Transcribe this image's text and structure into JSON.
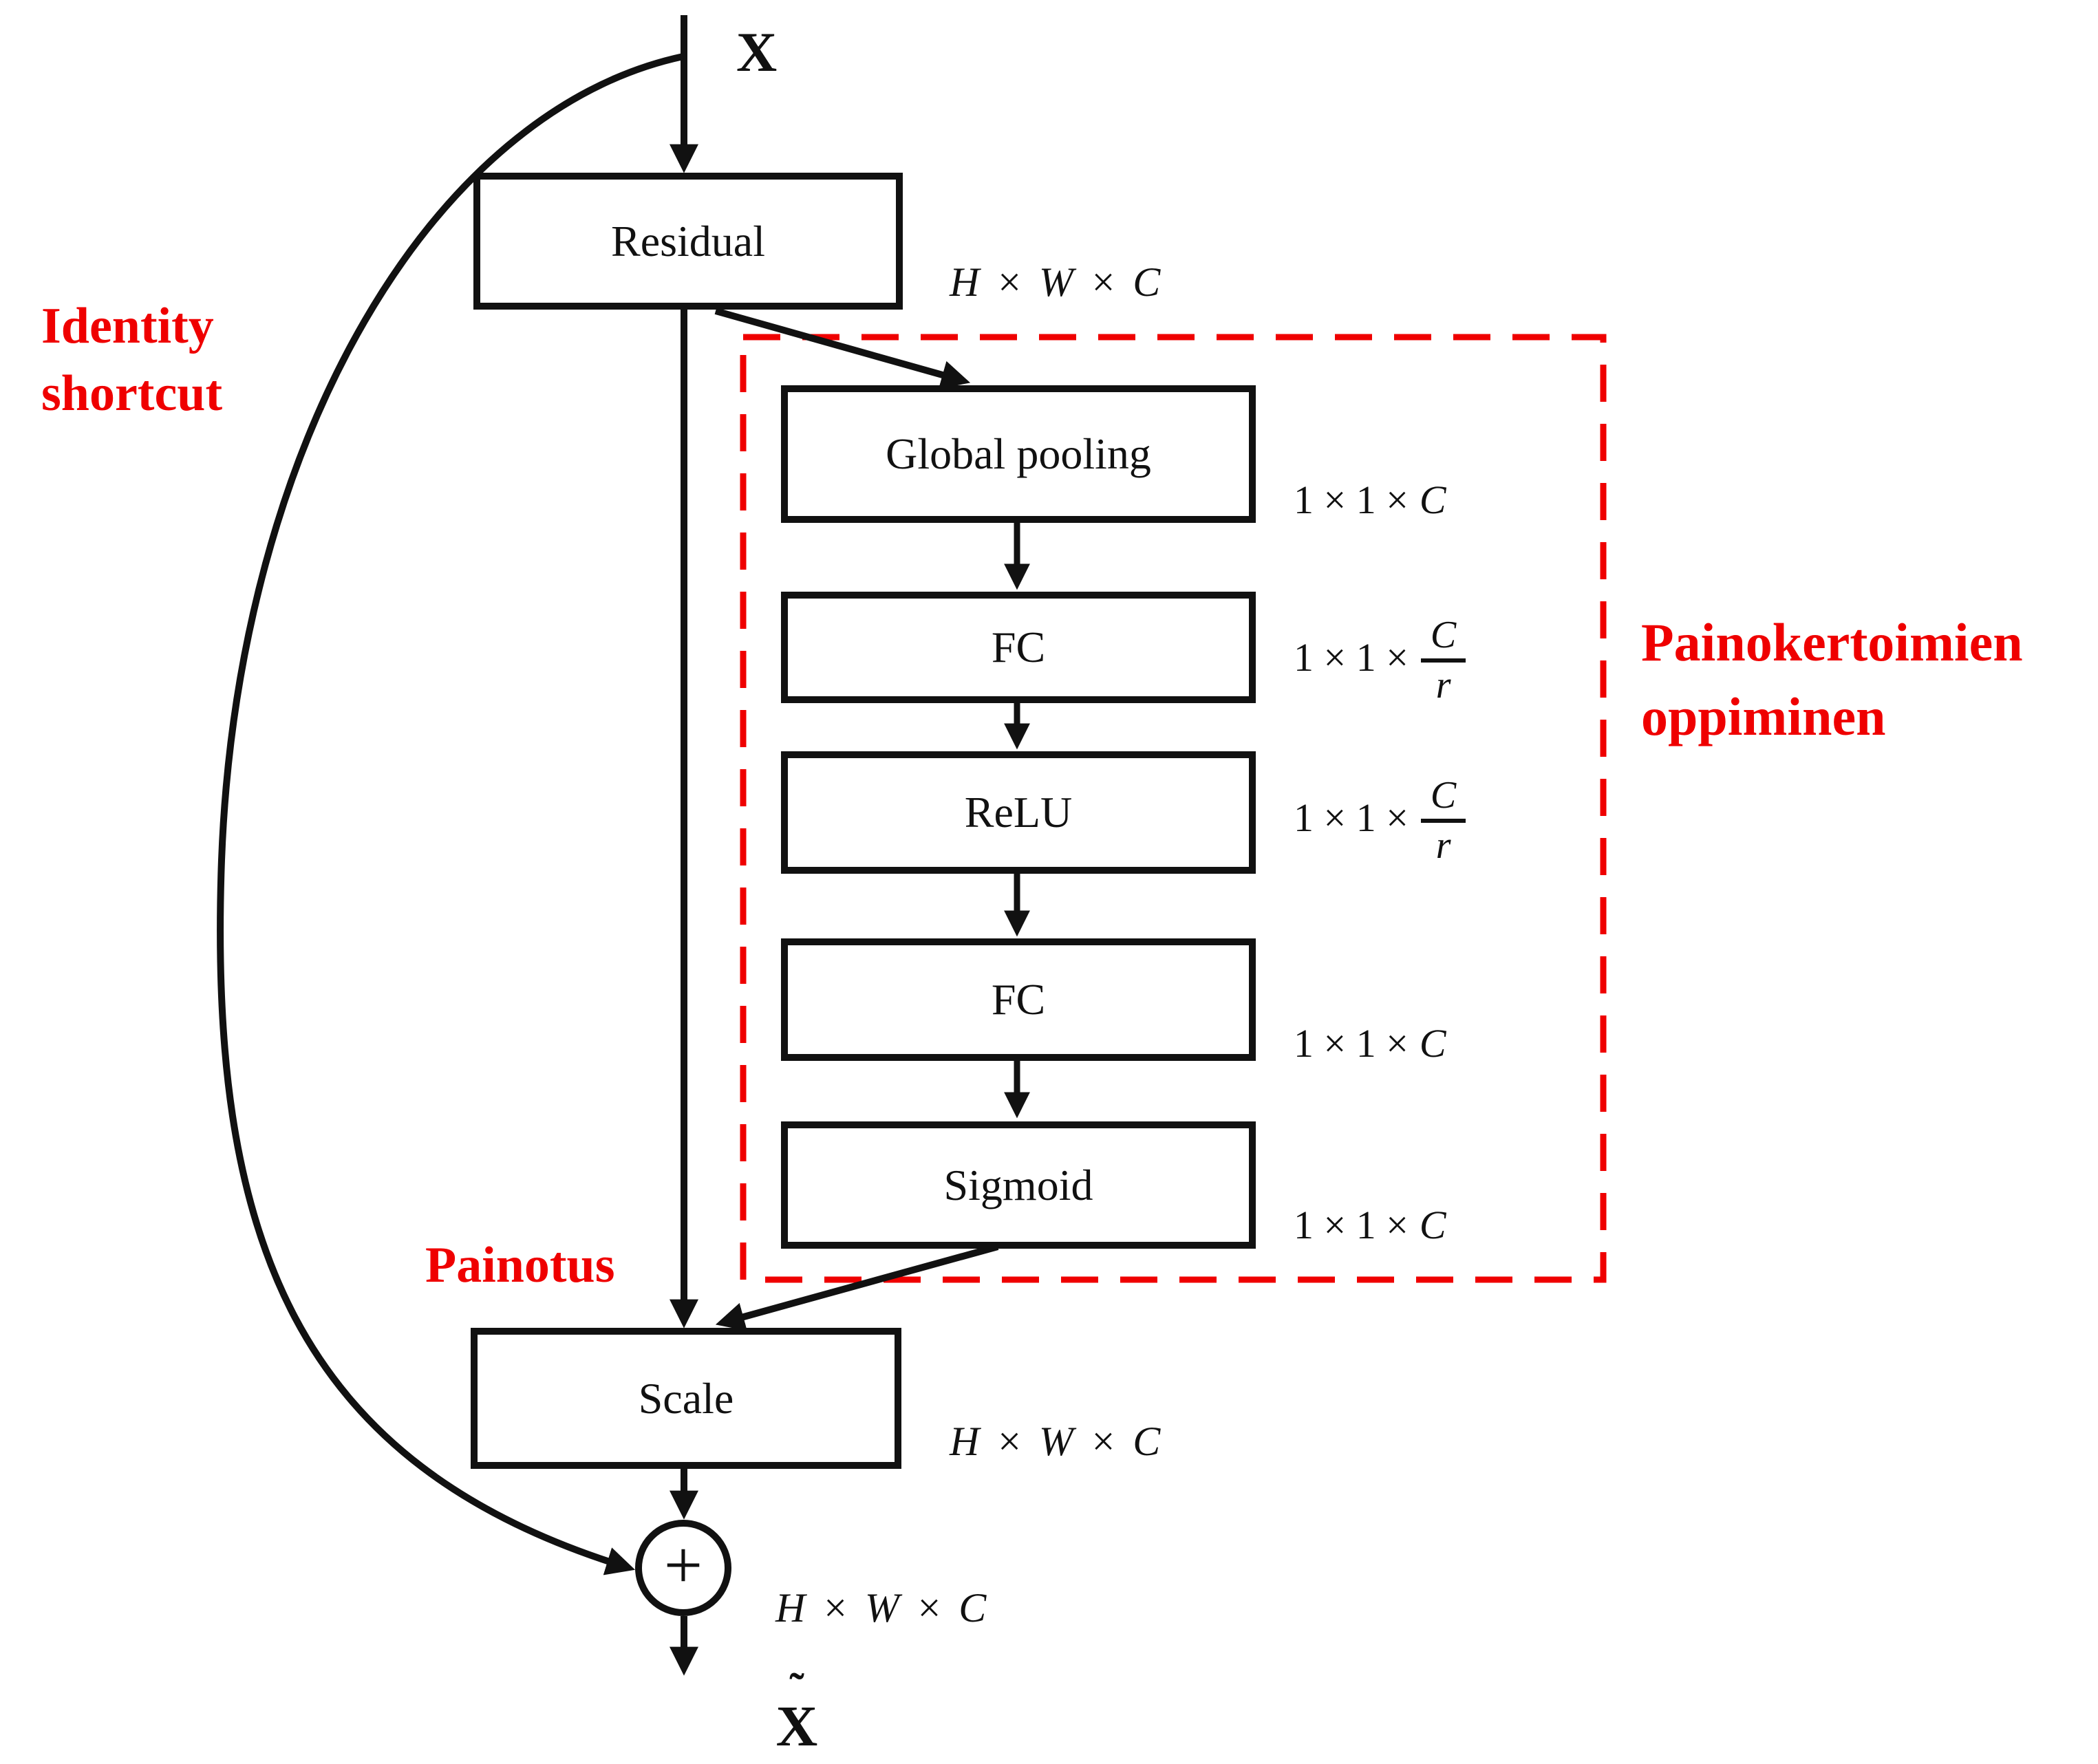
{
  "labels": {
    "input": "X",
    "output_tilde": "˜",
    "output_base": "X",
    "identity_line1": "Identity",
    "identity_line2": "shortcut",
    "painotus": "Painotus",
    "region_line1": "Painokertoimien",
    "region_line2": "oppiminen",
    "plus": "+"
  },
  "boxes": {
    "residual": "Residual",
    "global_pooling": "Global pooling",
    "fc1": "FC",
    "relu": "ReLU",
    "fc2": "FC",
    "sigmoid": "Sigmoid",
    "scale": "Scale"
  },
  "dims": {
    "hwc_residual": "H × W × C",
    "hwc_scale": "H × W × C",
    "hwc_output": "H × W × C",
    "one_one_prefix": "1 × 1 ×",
    "channel": "C",
    "reduction": "r"
  },
  "colors": {
    "annotation_red": "#ef0000",
    "line_black": "#111111"
  }
}
